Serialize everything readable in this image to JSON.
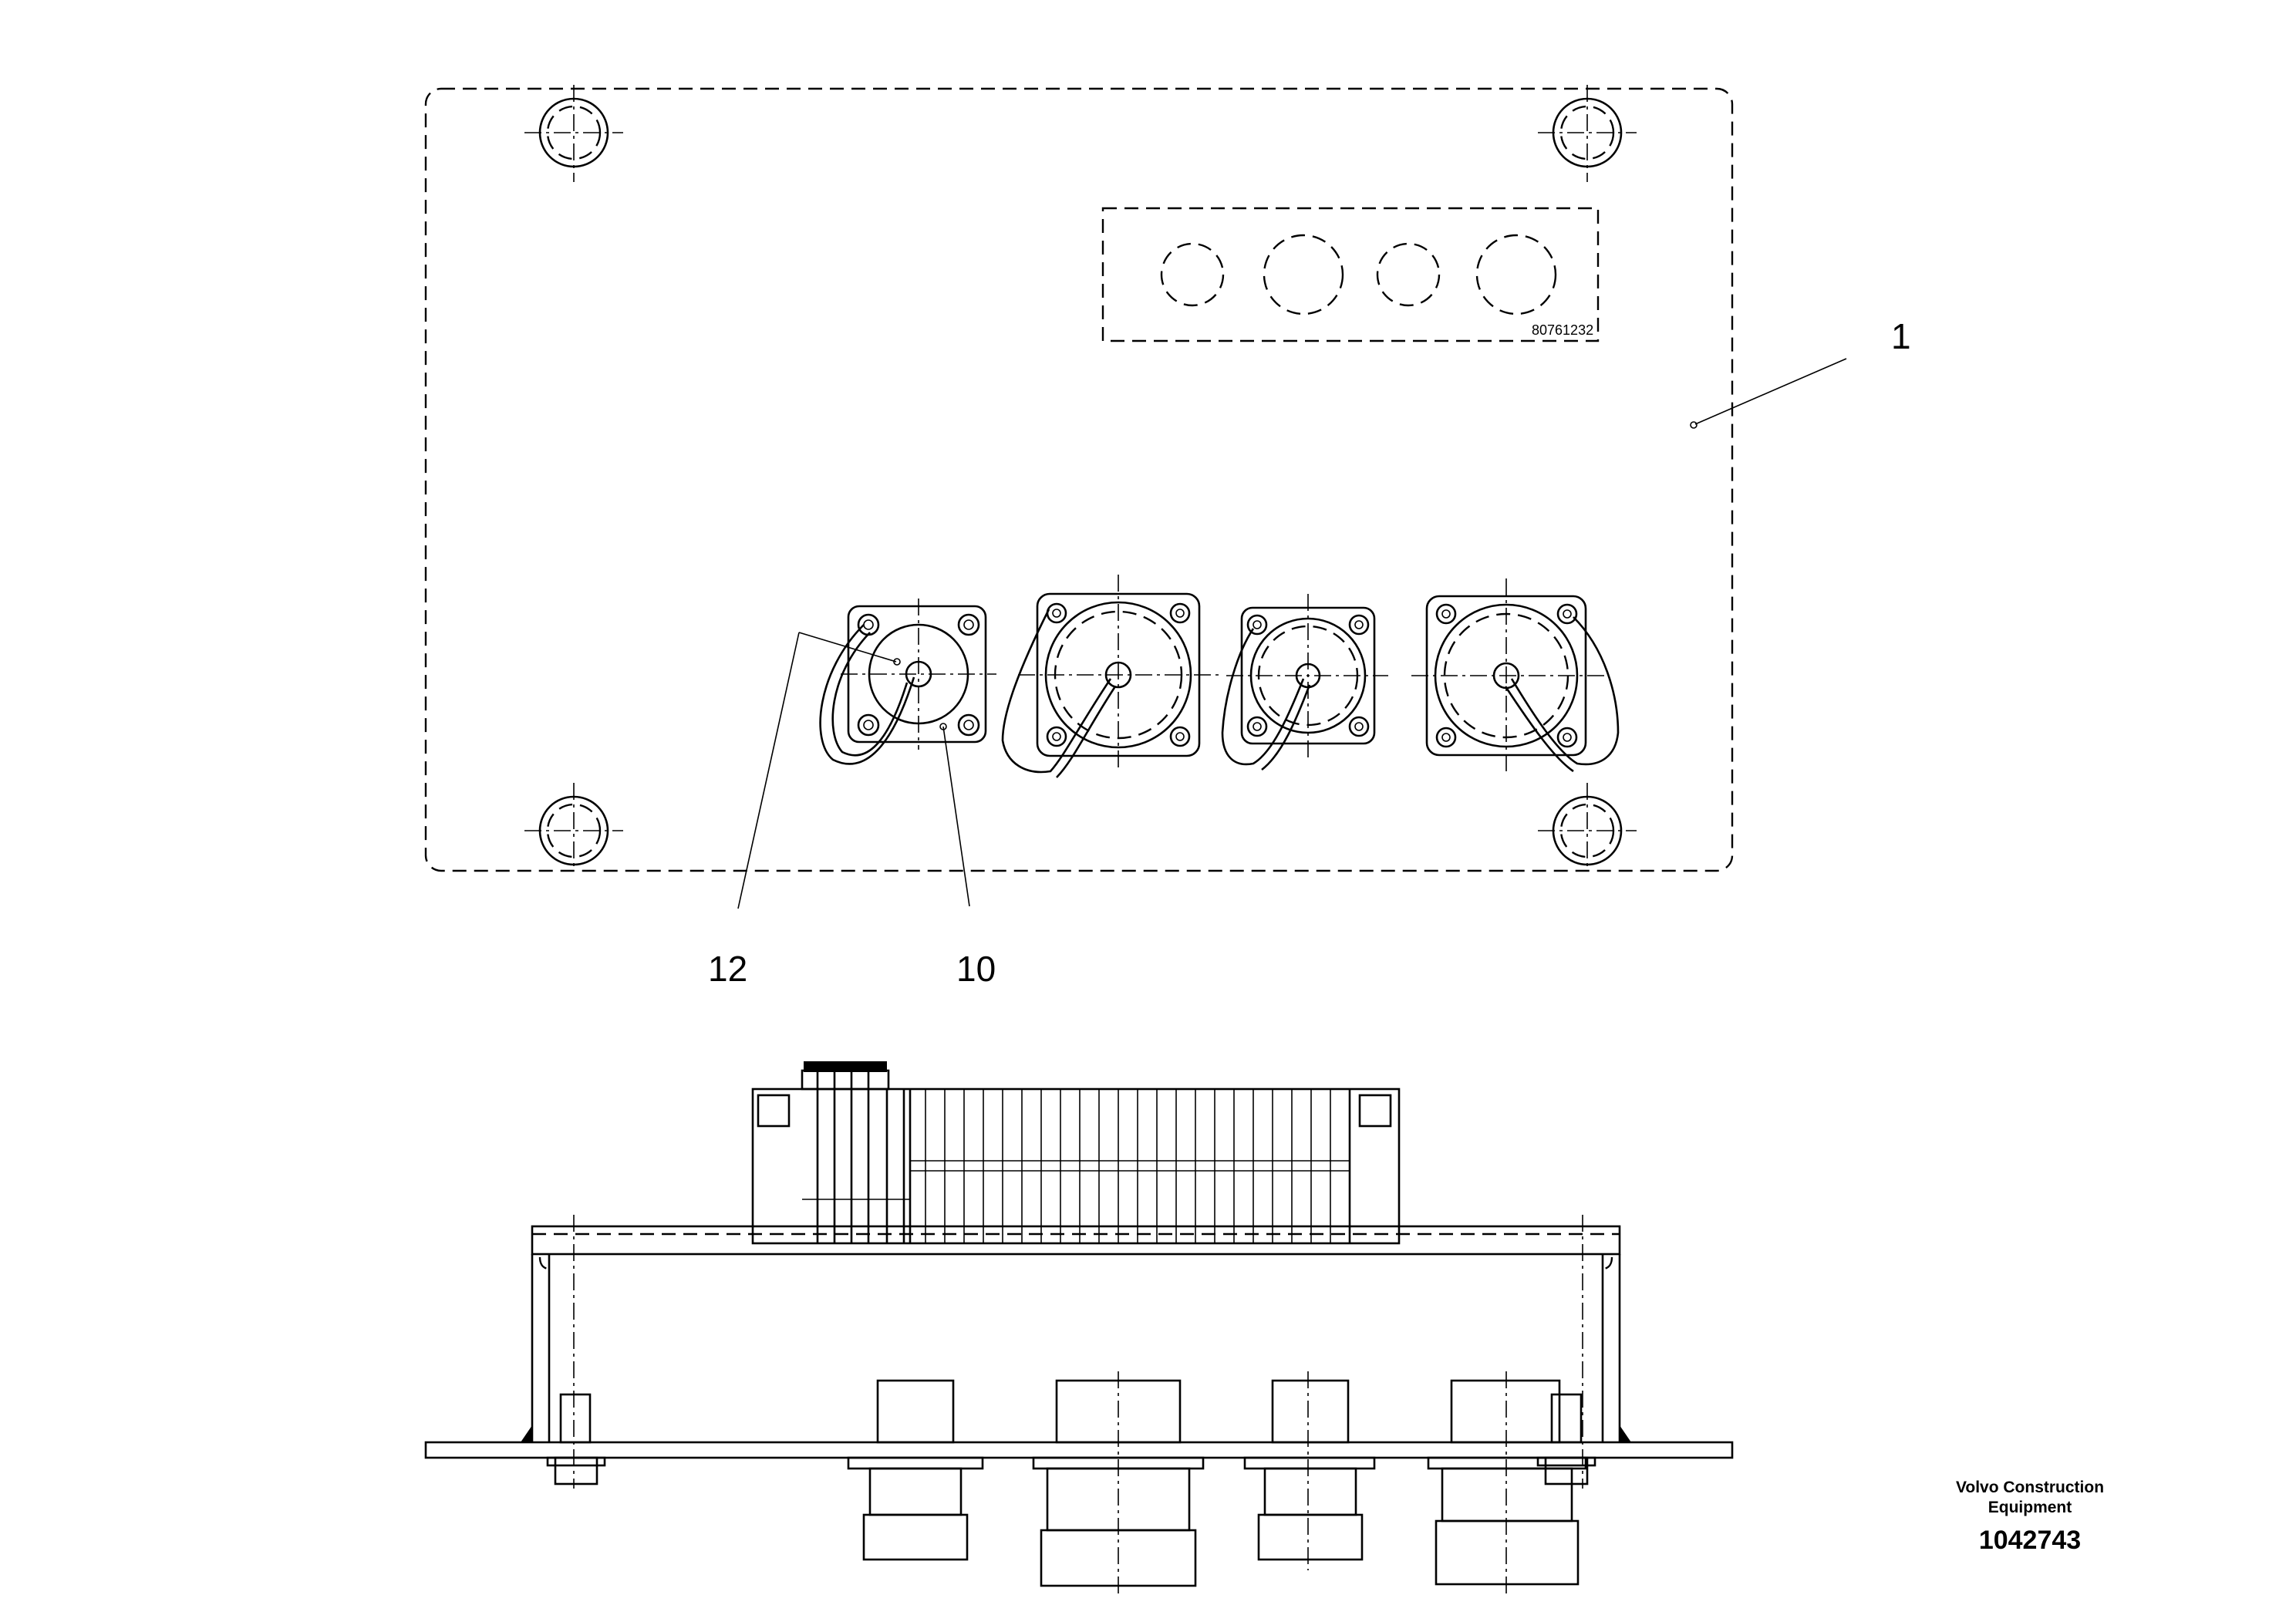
{
  "label_plate": {
    "part_number": "80761232"
  },
  "callouts": [
    {
      "id": "callout-1",
      "label": "1"
    },
    {
      "id": "callout-12",
      "label": "12"
    },
    {
      "id": "callout-10",
      "label": "10"
    }
  ],
  "title_block": {
    "company_line1": "Volvo Construction",
    "company_line2": "Equipment",
    "drawing_number": "1042743"
  },
  "colors": {
    "line": "#000000",
    "background": "#ffffff"
  }
}
